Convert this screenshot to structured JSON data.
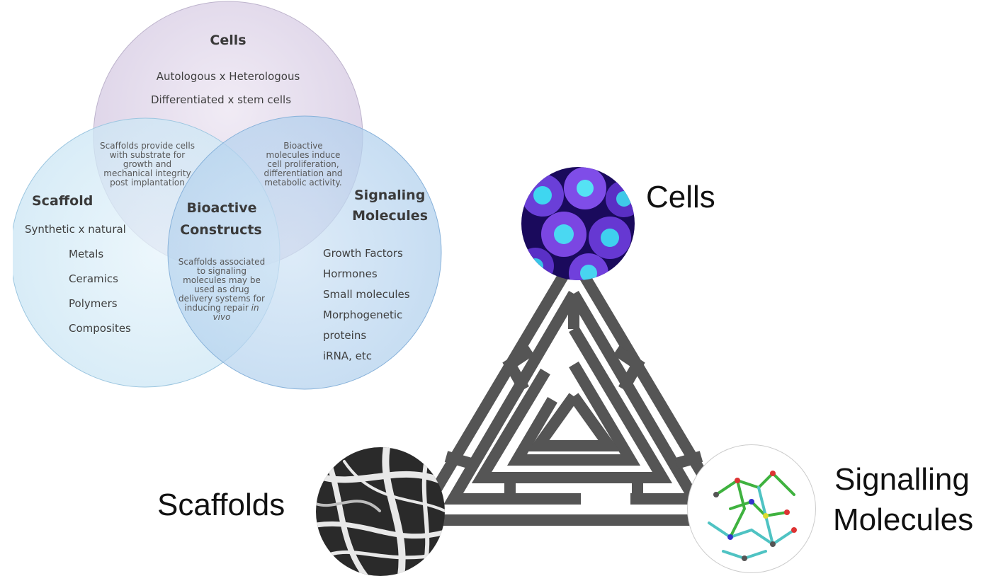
{
  "venn": {
    "cells": {
      "title": "Cells",
      "lines": [
        "Autologous x Heterologous",
        "Differentiated x stem cells"
      ]
    },
    "scaffold": {
      "title": "Scaffold",
      "items": [
        "Synthetic x natural",
        "Metals",
        "Ceramics",
        "Polymers",
        "Composites"
      ]
    },
    "signaling": {
      "title_line1": "Signaling",
      "title_line2": "Molecules",
      "items": [
        "Growth Factors",
        "Hormones",
        "Small molecules",
        "Morphogenetic",
        "proteins",
        "iRNA, etc"
      ]
    },
    "overlap_scaffold_cells": [
      "Scaffolds provide cells",
      "with substrate for",
      "growth and",
      "mechanical integrity",
      "post implantation"
    ],
    "overlap_cells_signaling": [
      "Bioactive",
      "molecules induce",
      "cell proliferation,",
      "differentiation and",
      "metabolic activity."
    ],
    "center": {
      "title_line1": "Bioactive",
      "title_line2": "Constructs",
      "lines": [
        "Scaffolds associated",
        "to signaling",
        "molecules may be",
        "used as drug",
        "delivery systems for",
        "inducing repair "
      ],
      "italic_tail": "in",
      "italic_last": "vivo"
    },
    "colors": {
      "cells": "#d9cfe6",
      "scaffold": "#d2e9f6",
      "signaling": "#b3d2ee"
    }
  },
  "triangle": {
    "top_label": "Cells",
    "left_label": "Scaffolds",
    "right_label_line1": "Signalling",
    "right_label_line2": "Molecules",
    "maze_color": "#555555",
    "images": {
      "top": "cells-micrograph-icon",
      "left": "scaffold-fibers-icon",
      "right": "molecule-model-icon"
    }
  }
}
